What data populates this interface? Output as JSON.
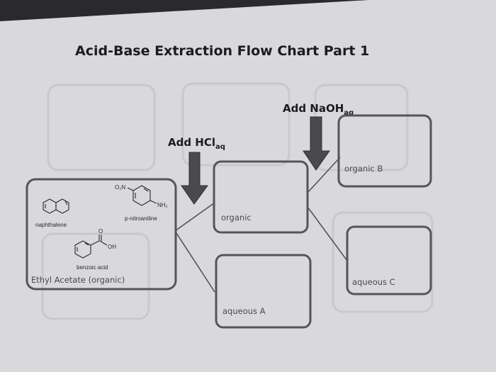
{
  "title": "Acid-Base Extraction Flow Chart Part 1",
  "reagents": {
    "hcl": {
      "text": "Add HCl",
      "sub": "aq"
    },
    "naoh": {
      "text": "Add NaOH",
      "sub": "aq"
    }
  },
  "boxes": {
    "start": "Ethyl Acetate (organic)",
    "organic": "organic",
    "aqueous_a": "aqueous A",
    "organic_b": "organic B",
    "aqueous_c": "aqueous C"
  },
  "compounds": {
    "naphthalene": "naphthalene",
    "nitroaniline": "p-nitroaniline",
    "benzoic_acid": "benzoic acid",
    "no2_group": "O₂N",
    "nh2_group": "NH₂",
    "oh_group": "OH",
    "o_atom": "O"
  },
  "colors": {
    "paper": "#d9d9db",
    "box_stroke": "#555557",
    "arrow": "#4a4a4c"
  }
}
